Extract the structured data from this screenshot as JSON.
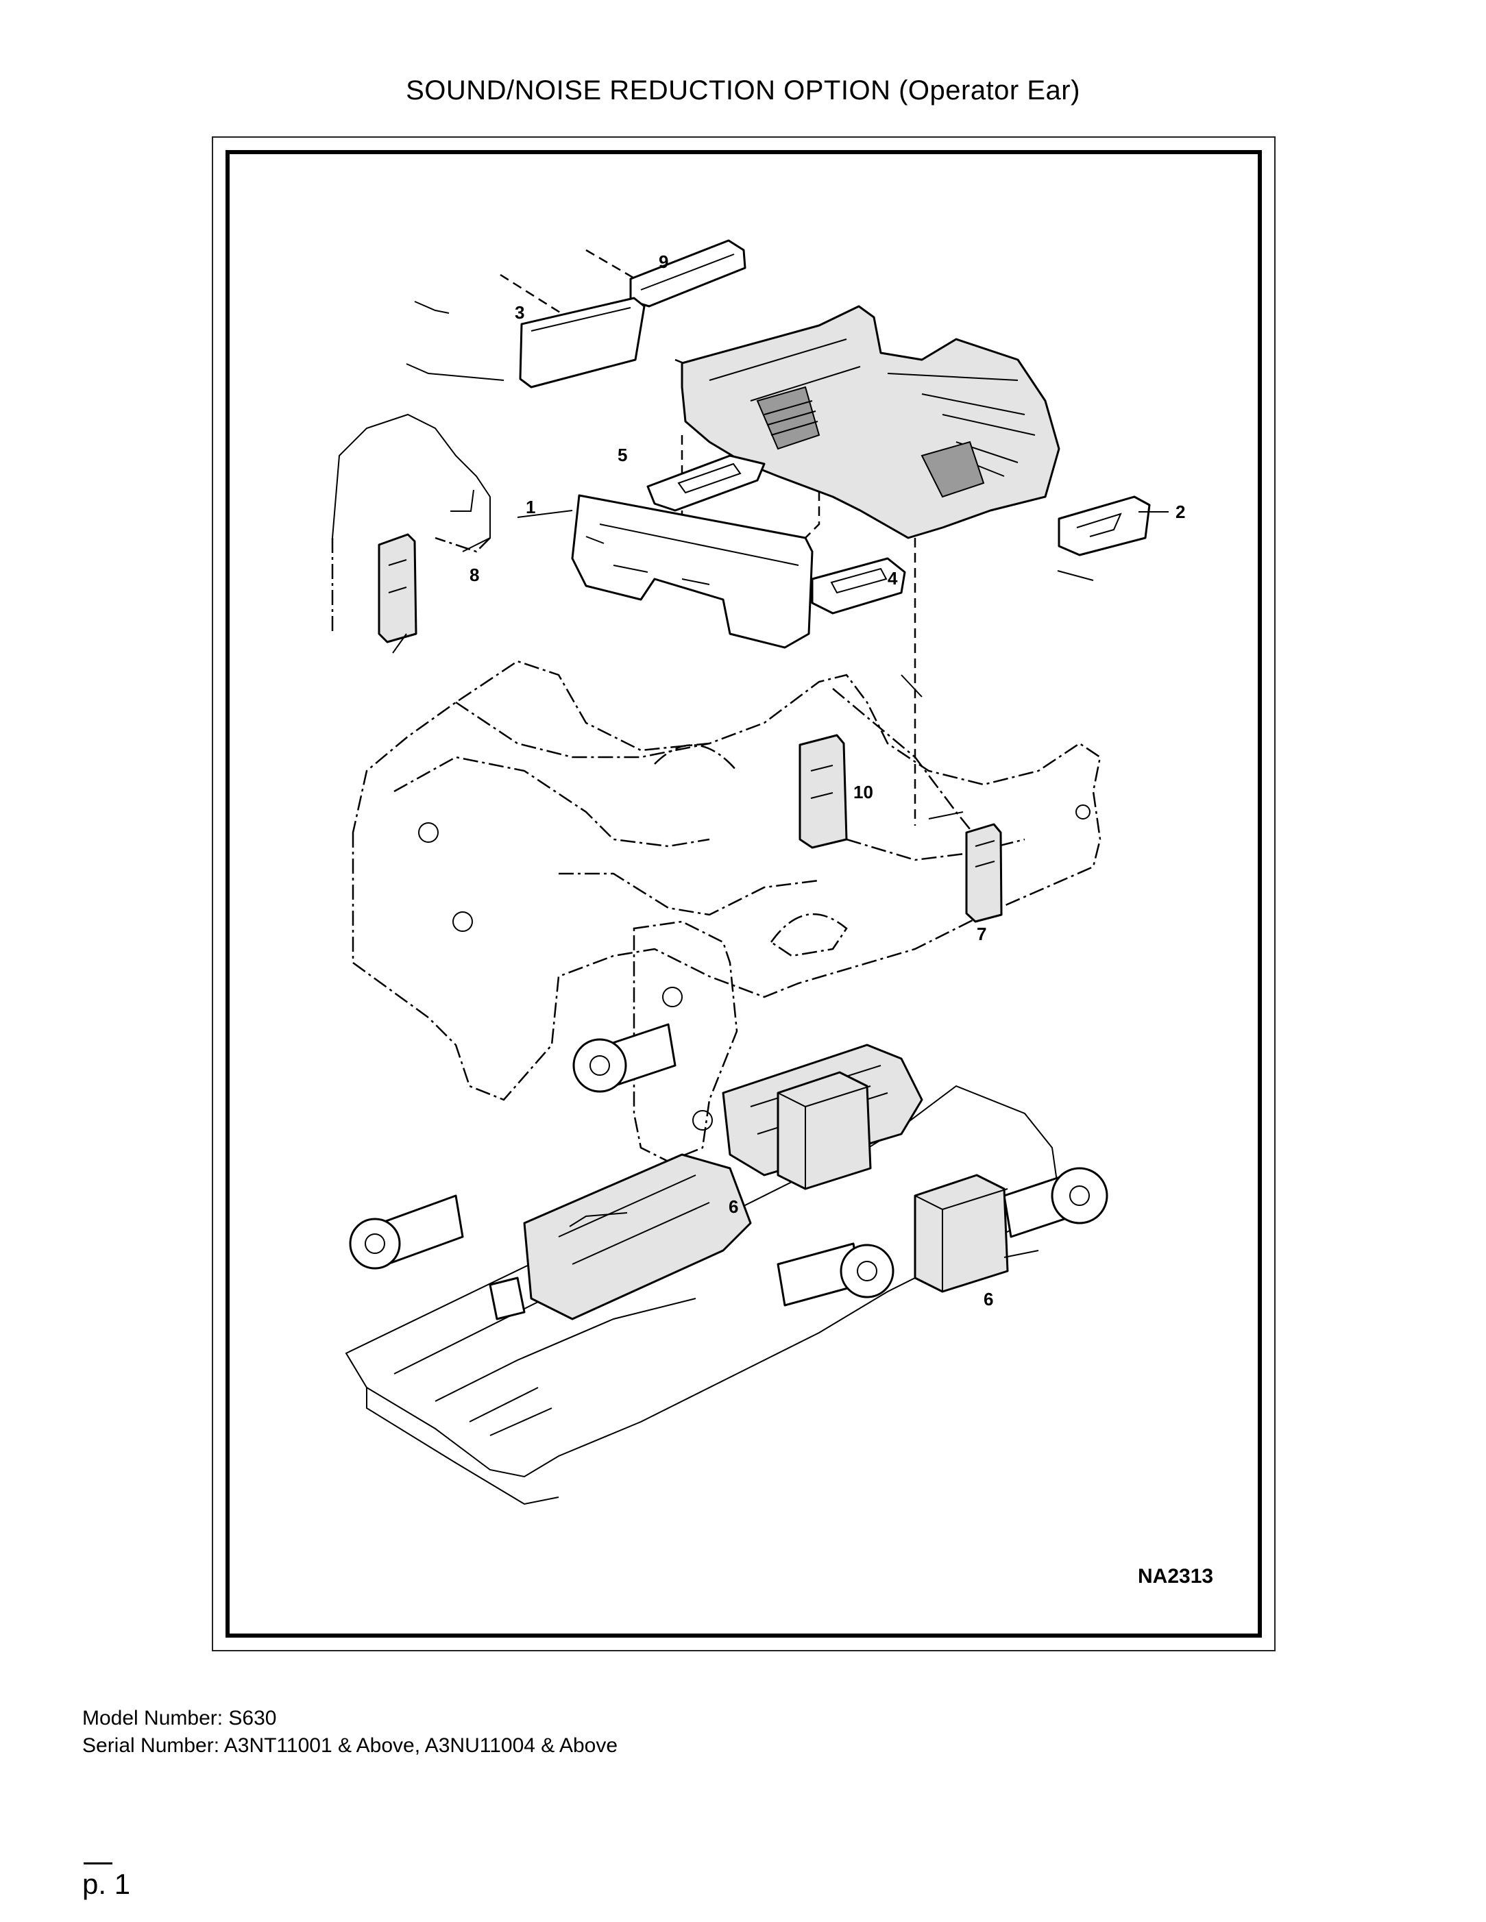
{
  "header": {
    "title": "SOUND/NOISE REDUCTION OPTION (Operator Ear)"
  },
  "figure": {
    "id_label": "NA2313",
    "callouts": [
      "1",
      "2",
      "3",
      "4",
      "5",
      "6",
      "6",
      "7",
      "8",
      "9",
      "10"
    ]
  },
  "info": {
    "model_line": "Model Number: S630",
    "serial_line": "Serial Number: A3NT11001 & Above, A3NU11004 & Above"
  },
  "footer": {
    "page_label": "p. 1"
  }
}
